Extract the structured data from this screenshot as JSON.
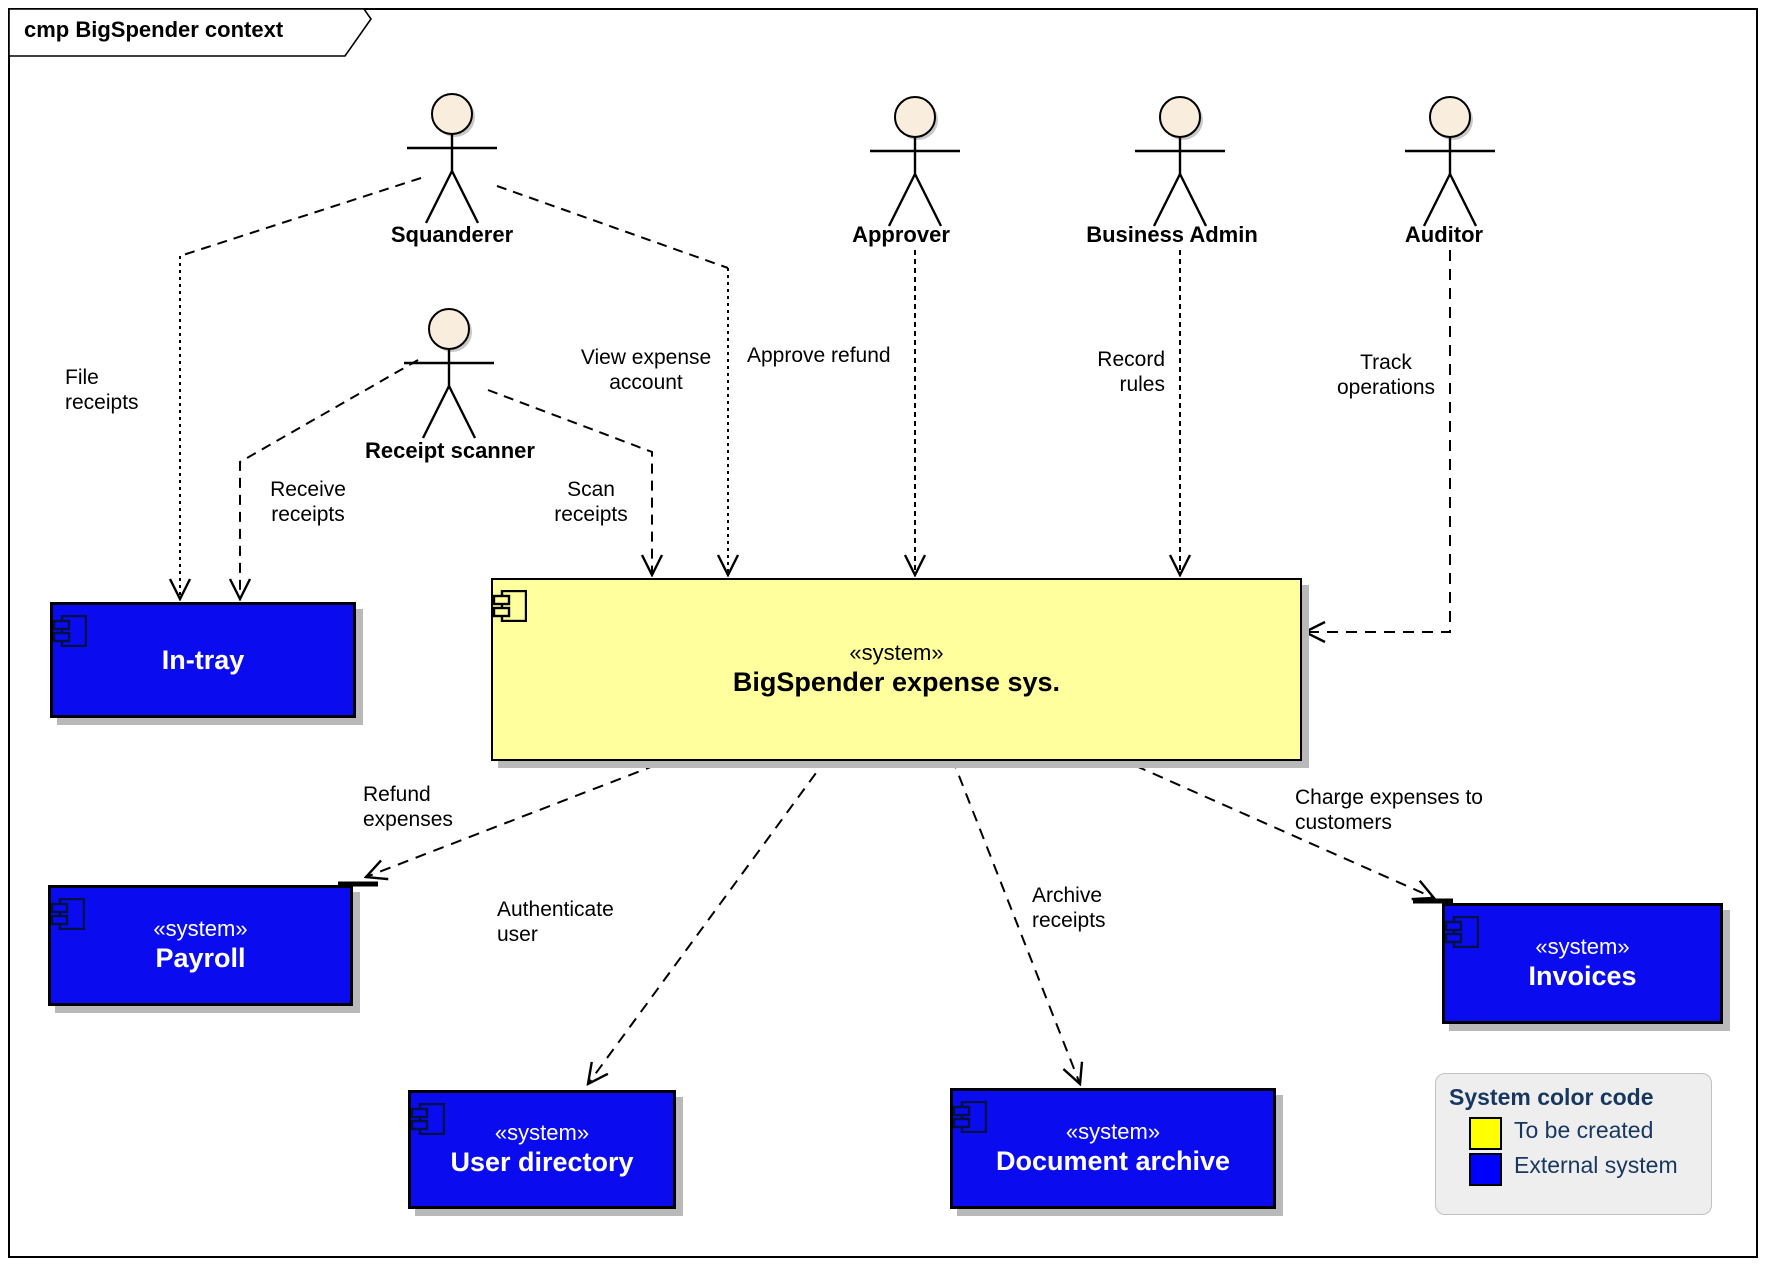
{
  "frame": {
    "title": "cmp BigSpender context"
  },
  "actors": [
    {
      "id": "squanderer",
      "label": "Squanderer"
    },
    {
      "id": "receipt-scanner",
      "label": "Receipt scanner"
    },
    {
      "id": "approver",
      "label": "Approver"
    },
    {
      "id": "business-admin",
      "label": "Business Admin"
    },
    {
      "id": "auditor",
      "label": "Auditor"
    }
  ],
  "components": [
    {
      "id": "in-tray",
      "stereotype": "",
      "name": "In-tray",
      "color": "external-blue"
    },
    {
      "id": "bigspender",
      "stereotype": "«system»",
      "name": "BigSpender expense sys.",
      "color": "to-be-created-yellow"
    },
    {
      "id": "payroll",
      "stereotype": "«system»",
      "name": "Payroll",
      "color": "external-blue"
    },
    {
      "id": "user-directory",
      "stereotype": "«system»",
      "name": "User directory",
      "color": "external-blue"
    },
    {
      "id": "document-archive",
      "stereotype": "«system»",
      "name": "Document archive",
      "color": "external-blue"
    },
    {
      "id": "invoices",
      "stereotype": "«system»",
      "name": "Invoices",
      "color": "external-blue"
    }
  ],
  "connectors": [
    {
      "id": "file-receipts",
      "from": "Squanderer",
      "to": "In-tray",
      "label": "File\nreceipts"
    },
    {
      "id": "receive-receipts",
      "from": "Receipt scanner",
      "to": "In-tray",
      "label": "Receive\nreceipts"
    },
    {
      "id": "scan-receipts",
      "from": "Receipt scanner",
      "to": "BigSpender expense sys.",
      "label": "Scan\nreceipts"
    },
    {
      "id": "view-expense-account",
      "from": "Squanderer",
      "to": "BigSpender expense sys.",
      "label": "View expense\naccount"
    },
    {
      "id": "approve-refund",
      "from": "Approver",
      "to": "BigSpender expense sys.",
      "label": "Approve refund"
    },
    {
      "id": "record-rules",
      "from": "Business Admin",
      "to": "BigSpender expense sys.",
      "label": "Record\nrules"
    },
    {
      "id": "track-operations",
      "from": "Auditor",
      "to": "BigSpender expense sys.",
      "label": "Track\noperations"
    },
    {
      "id": "refund-expenses",
      "from": "BigSpender expense sys.",
      "to": "Payroll",
      "label": "Refund\nexpenses"
    },
    {
      "id": "authenticate-user",
      "from": "BigSpender expense sys.",
      "to": "User directory",
      "label": "Authenticate\nuser"
    },
    {
      "id": "archive-receipts",
      "from": "BigSpender expense sys.",
      "to": "Document archive",
      "label": "Archive\nreceipts"
    },
    {
      "id": "charge-expenses",
      "from": "BigSpender expense sys.",
      "to": "Invoices",
      "label": "Charge expenses to\ncustomers"
    }
  ],
  "legend": {
    "title": "System color code",
    "items": [
      {
        "label": "To be created",
        "color": "#FFFF00"
      },
      {
        "label": "External system",
        "color": "#0000FF"
      }
    ]
  },
  "colors": {
    "to_be_created_fill": "#FFFF9E",
    "external_system_fill": "#0B0BEF",
    "legend_text": "#17375E",
    "actor_head_fill": "#F9EEDD",
    "shadow": "#B9B9B9"
  }
}
